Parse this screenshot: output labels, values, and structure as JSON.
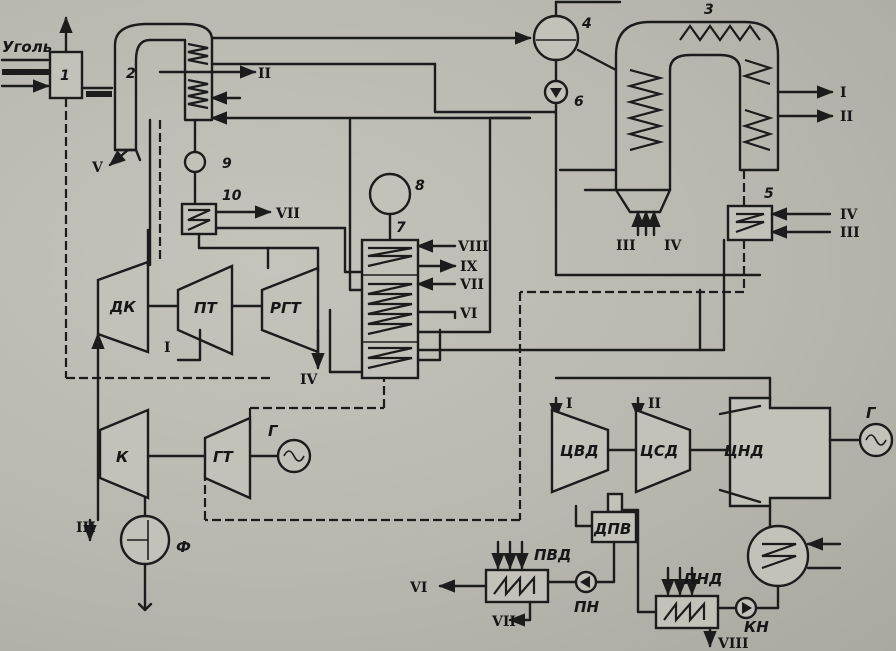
{
  "diagram": {
    "fuel_label": "Уголь",
    "numbers": [
      "1",
      "2",
      "3",
      "4",
      "5",
      "6",
      "7",
      "8",
      "9",
      "10"
    ],
    "components": {
      "dk": "ДК",
      "pt": "ПТ",
      "rgt": "РГТ",
      "k": "К",
      "gt": "ГТ",
      "f": "Ф",
      "cvd": "ЦВД",
      "csd": "ЦСД",
      "cnd": "ЦНД",
      "dpv": "ДПВ",
      "pvd": "ПВД",
      "pnd": "ПНД",
      "pn": "ПН",
      "kn": "КН",
      "gen": "Г"
    },
    "streams": {
      "i": "I",
      "ii": "II",
      "iii": "III",
      "iv": "IV",
      "v": "V",
      "vi": "VI",
      "vii": "VII",
      "viii": "VIII",
      "ix": "IX"
    }
  }
}
